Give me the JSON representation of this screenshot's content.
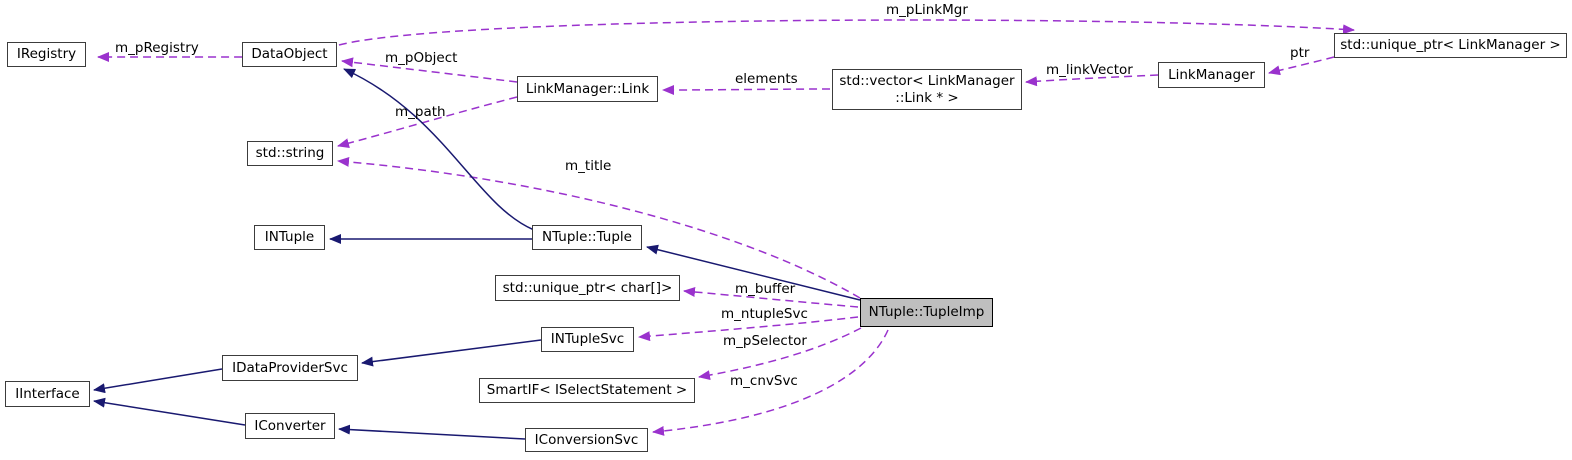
{
  "colors": {
    "dashed_edge": "#9a32cd",
    "solid_edge": "#191970",
    "node_border": "#3c3c3c",
    "highlight_fill": "#bfbfbf",
    "background": "#ffffff"
  },
  "nodes": {
    "iregistry": {
      "label": "IRegistry"
    },
    "dataobject": {
      "label": "DataObject"
    },
    "std_string": {
      "label": "std::string"
    },
    "intuple": {
      "label": "INTuple"
    },
    "ntuple_tuple": {
      "label": "NTuple::Tuple"
    },
    "linkmanager_link": {
      "label": "LinkManager::Link"
    },
    "std_vector_link": {
      "label": "std::vector< LinkManager\n::Link * >"
    },
    "linkmanager": {
      "label": "LinkManager"
    },
    "unique_ptr_linkmanager": {
      "label": "std::unique_ptr< LinkManager >"
    },
    "unique_ptr_char": {
      "label": "std::unique_ptr< char[]>"
    },
    "intuplesvc": {
      "label": "INTupleSvc"
    },
    "ntuple_tupleimp": {
      "label": "NTuple::TupleImp"
    },
    "smartif_iselectstatement": {
      "label": "SmartIF< ISelectStatement >"
    },
    "idataprovidersvc": {
      "label": "IDataProviderSvc"
    },
    "iinterface": {
      "label": "IInterface"
    },
    "iconverter": {
      "label": "IConverter"
    },
    "iconversionsvc": {
      "label": "IConversionSvc"
    }
  },
  "edge_labels": {
    "m_pRegistry": "m_pRegistry",
    "m_pLinkMgr": "m_pLinkMgr",
    "ptr": "ptr",
    "m_linkVector": "m_linkVector",
    "elements": "elements",
    "m_pObject": "m_pObject",
    "m_path": "m_path",
    "m_title": "m_title",
    "m_buffer": "m_buffer",
    "m_ntupleSvc": "m_ntupleSvc",
    "m_pSelector": "m_pSelector",
    "m_cnvSvc": "m_cnvSvc"
  }
}
